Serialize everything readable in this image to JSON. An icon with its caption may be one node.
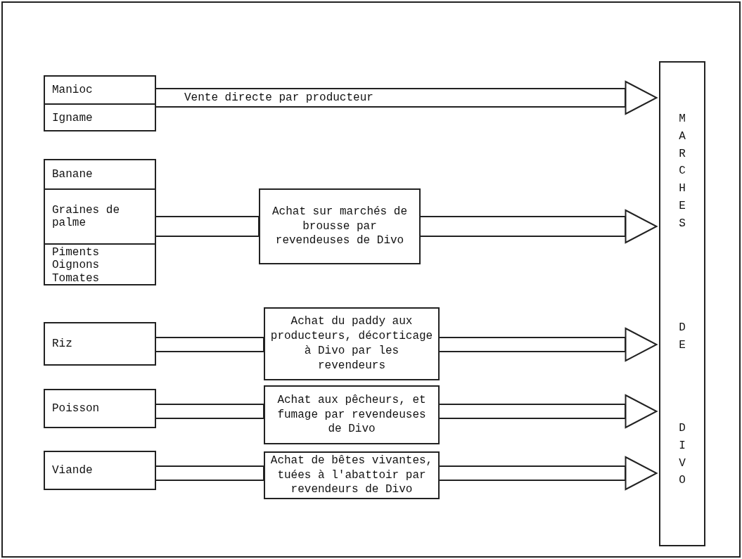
{
  "diagram": {
    "nodes": [
      {
        "text": [
          "Manioc",
          "Igname"
        ]
      },
      {
        "text": [
          "Banane",
          "Graines de palme",
          "Piments Oignons Tomates"
        ]
      },
      {
        "text": [
          "Achat sur marchés de brousse par revendeuses de Divo"
        ]
      },
      {
        "text": [
          "Riz"
        ]
      },
      {
        "text": [
          "Achat du paddy aux producteurs, décorticage à Divo par les revendeurs"
        ]
      },
      {
        "text": [
          "Poisson"
        ]
      },
      {
        "text": [
          "Achat aux pêcheurs, et fumage par revendeuses de Divo"
        ]
      },
      {
        "text": [
          "Viande"
        ]
      },
      {
        "text": [
          "Achat de bêtes vivantes, tuées à l'abattoir par revendeurs de Divo"
        ]
      },
      {
        "text": [
          "MARCHES",
          "DE",
          "DIVO"
        ]
      }
    ],
    "edges": [
      {
        "from": 0,
        "to": 9,
        "arrow": "to",
        "label": "Vente directe par producteur"
      },
      {
        "from": 1,
        "to": 2,
        "arrow": "none"
      },
      {
        "from": 2,
        "to": 9,
        "arrow": "to"
      },
      {
        "from": 3,
        "to": 4,
        "arrow": "none"
      },
      {
        "from": 4,
        "to": 9,
        "arrow": "to"
      },
      {
        "from": 5,
        "to": 6,
        "arrow": "none"
      },
      {
        "from": 6,
        "to": 9,
        "arrow": "to"
      },
      {
        "from": 7,
        "to": 8,
        "arrow": "none"
      },
      {
        "from": 8,
        "to": 9,
        "arrow": "to"
      }
    ]
  }
}
